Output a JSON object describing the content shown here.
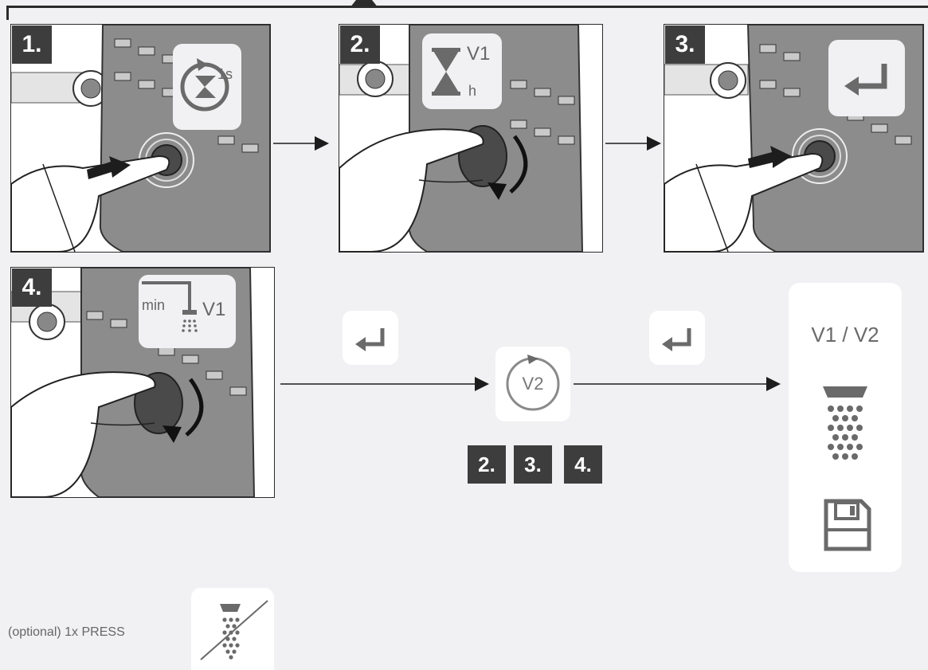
{
  "steps": [
    {
      "number": "1.",
      "icon": "timer-press-icon",
      "icon_text": "1s"
    },
    {
      "number": "2.",
      "icon": "hourglass-icon",
      "icon_text": "V1",
      "icon_subtext": "h"
    },
    {
      "number": "3.",
      "icon": "enter-icon"
    },
    {
      "number": "4.",
      "icon": "shower-min-icon",
      "icon_text": "V1",
      "icon_subtext": "min"
    }
  ],
  "cycle": {
    "enter_icon": "enter-icon",
    "v2_label": "V2",
    "repeat_steps": [
      "2.",
      "3.",
      "4."
    ]
  },
  "result": {
    "label": "V1 / V2",
    "shower_icon": "shower-icon",
    "save_icon": "floppy-disk-icon"
  },
  "optional": {
    "text": "(optional) 1x PRESS",
    "icon": "shower-crossed-icon"
  },
  "colors": {
    "badge": "#3d3d3d",
    "background": "#f1f1f3",
    "icon_gray": "#777777"
  }
}
